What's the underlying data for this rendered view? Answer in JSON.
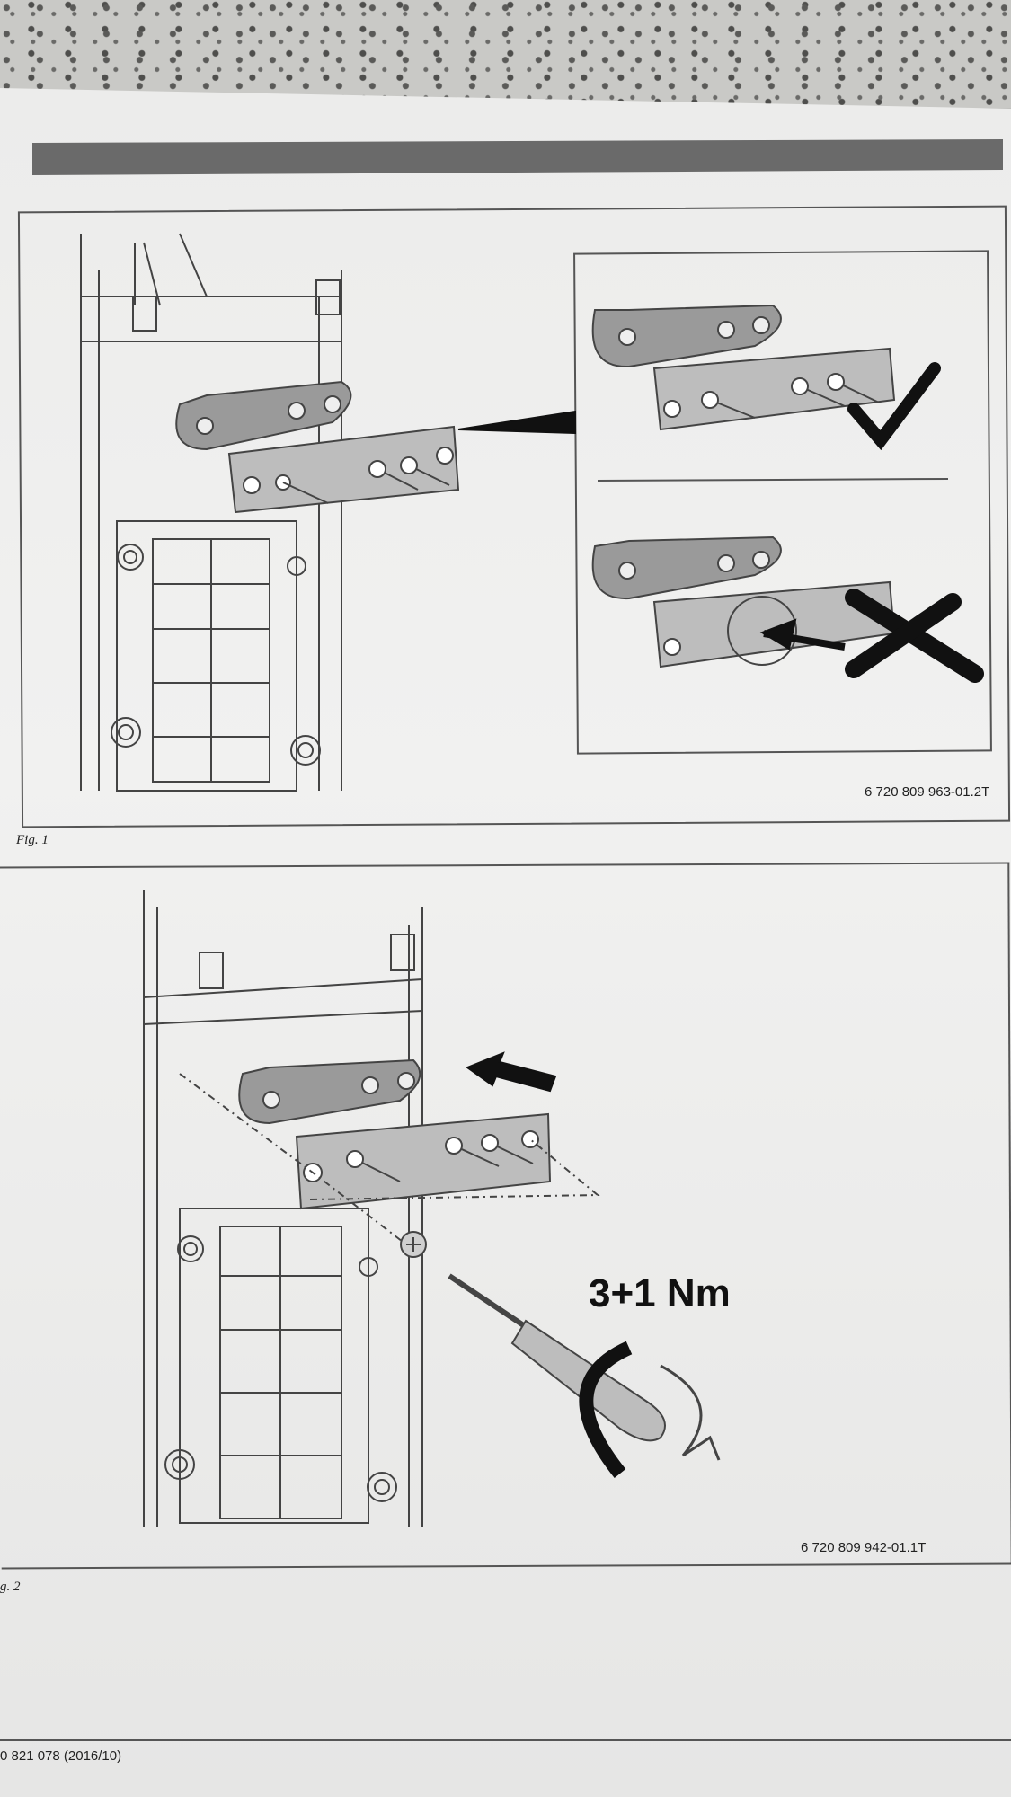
{
  "figures": [
    {
      "caption": "Fig. 1",
      "reference": "6 720 809 963-01.2T"
    },
    {
      "caption": "g. 2",
      "reference": "6 720 809 942-01.1T",
      "torque_label": "3+1 Nm"
    }
  ],
  "footer": {
    "document_number": "0 821 078 (2016/10)"
  },
  "icons": {
    "correct": "checkmark-icon",
    "incorrect": "cross-icon",
    "direction": "arrow-icon",
    "tool": "screwdriver-icon"
  }
}
